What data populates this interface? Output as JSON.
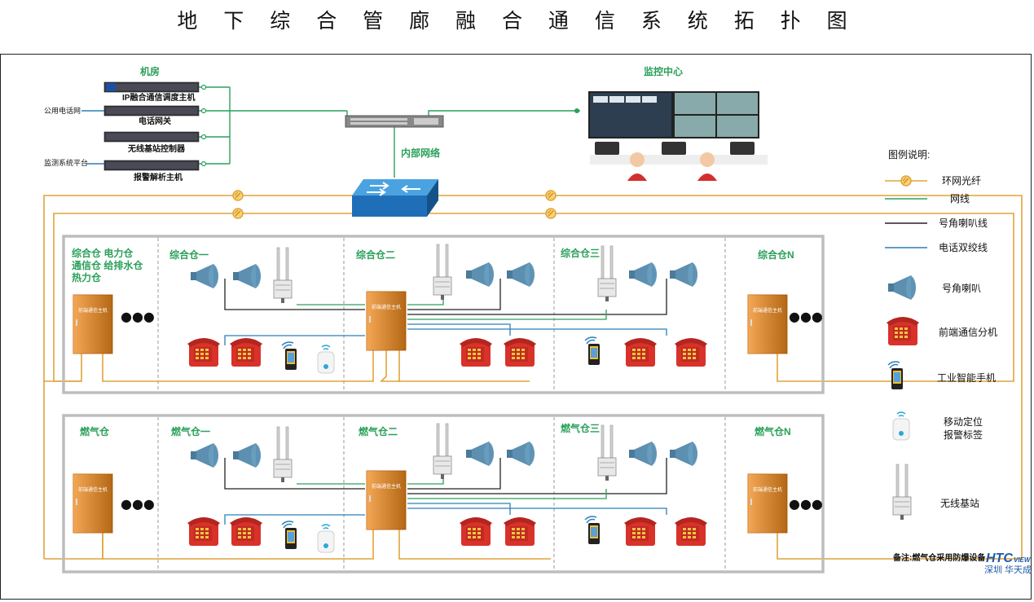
{
  "title": "地 下 综 合 管 廊 融 合 通 信 系 统 拓 扑 图",
  "machine_room": {
    "title": "机房",
    "devices": [
      "IP融合通信调度主机",
      "电话网关",
      "无线基站控制器",
      "报警解析主机"
    ],
    "ext_labels": [
      "公用电话网",
      "监测系统平台"
    ]
  },
  "internal_network": "内部网络",
  "monitor_center": "监控中心",
  "front_box_label": "前端通信主机",
  "ellipsis": "●●●",
  "row1": {
    "left_labels": [
      "综合仓  电力仓",
      "通信仓  给排水仓",
      "热力仓"
    ],
    "cabins": [
      "综合仓一",
      "综合仓二",
      "综合仓三",
      "综合仓N"
    ]
  },
  "row2": {
    "left_labels": [
      "燃气仓"
    ],
    "cabins": [
      "燃气仓一",
      "燃气仓二",
      "燃气仓三",
      "燃气仓N"
    ]
  },
  "legend": {
    "title": "图例说明:",
    "lines": [
      "环网光纤",
      "网线",
      "号角喇叭线",
      "电话双绞线"
    ],
    "icons": [
      "号角喇叭",
      "前端通信分机",
      "工业智能手机",
      "移动定位",
      "报警标签",
      "无线基站"
    ],
    "note": "备注:燃气仓采用防爆设备"
  },
  "watermark": {
    "brand": "HTC",
    "brand_suffix": "VIEW",
    "sub": "深圳 华天成"
  },
  "colors": {
    "fiber": "#e0a43a",
    "ethernet": "#2aa05a",
    "horn_line": "#222222",
    "phone_line": "#2b7fb8",
    "box_orange": "#f08a1c",
    "phone_red": "#d8322a",
    "panel_gray": "#bdbdbd"
  }
}
